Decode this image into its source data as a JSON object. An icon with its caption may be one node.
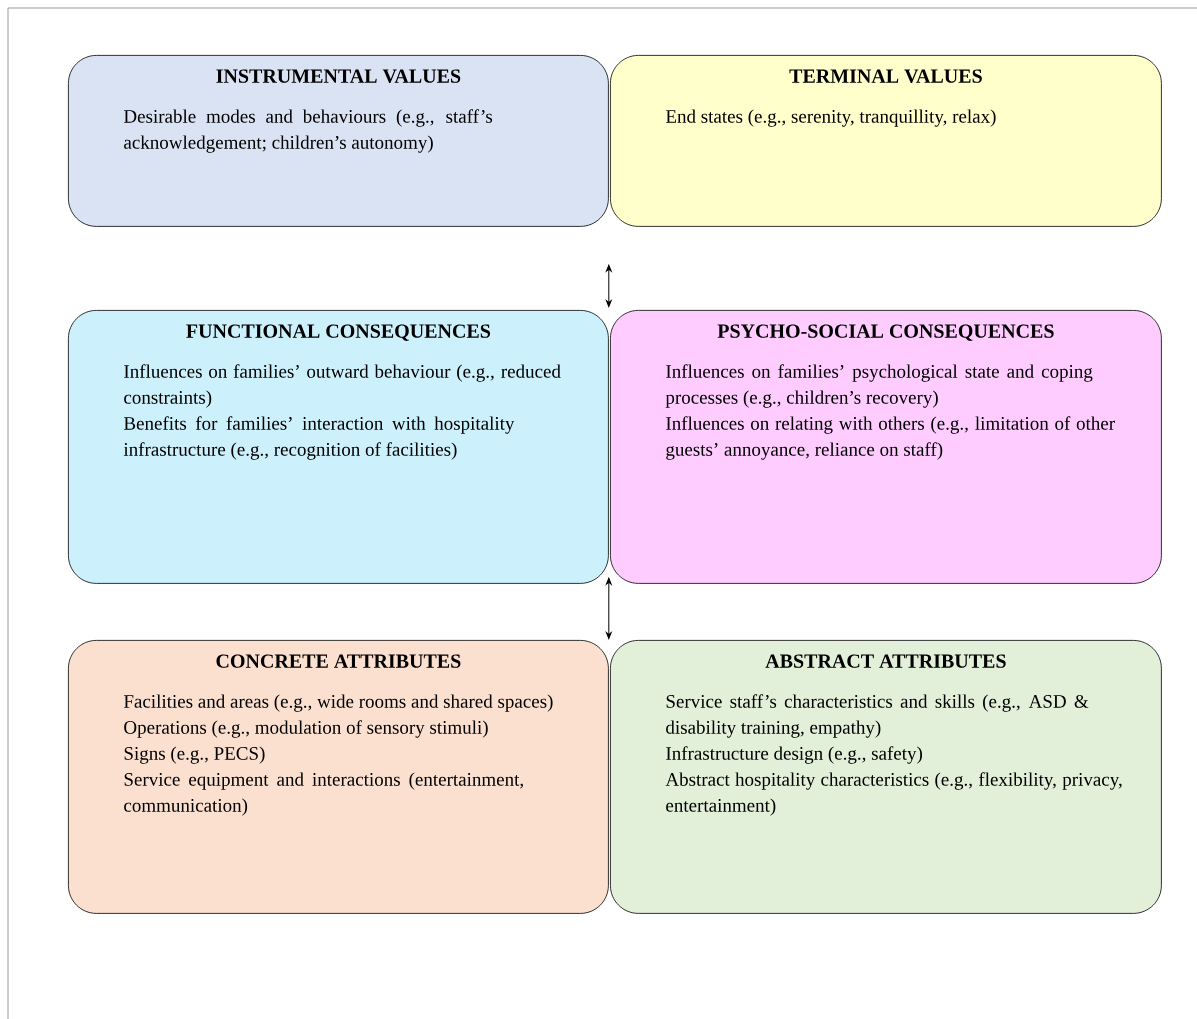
{
  "diagram": {
    "nodes": [
      {
        "text": [
          "INSTRUMENTAL VALUES",
          "Desirable modes and behaviours (e.g., staff’s acknowledgement; children’s autonomy)"
        ]
      },
      {
        "text": [
          "TERMINAL VALUES",
          "End states (e.g., serenity, tranquillity, relax)"
        ]
      },
      {
        "text": [
          "FUNCTIONAL CONSEQUENCES",
          "Influences on families’ outward behaviour (e.g., reduced constraints)",
          "Benefits for families’ interaction with hospitality infrastructure (e.g., recognition of facilities)"
        ]
      },
      {
        "text": [
          "PSYCHO-SOCIAL CONSEQUENCES",
          "Influences on families’ psychological state and coping processes (e.g., children’s recovery)",
          "Influences on relating with others (e.g., limitation of other guests’ annoyance, reliance on staff)"
        ]
      },
      {
        "text": [
          "CONCRETE ATTRIBUTES",
          "Facilities and areas (e.g., wide rooms and shared spaces)",
          "Operations (e.g., modulation of sensory stimuli)",
          "Signs (e.g., PECS)",
          "Service equipment and interactions (entertainment, communication)"
        ]
      },
      {
        "text": [
          "ABSTRACT ATTRIBUTES",
          "Service staff’s characteristics and skills (e.g., ASD & disability training, empathy)",
          "Infrastructure design (e.g., safety)",
          "Abstract hospitality characteristics (e.g., flexibility, privacy, entertainment)"
        ]
      }
    ],
    "edges": [
      {
        "from": 0,
        "to": 2,
        "arrow": "both"
      },
      {
        "from": 2,
        "to": 4,
        "arrow": "both"
      }
    ]
  }
}
